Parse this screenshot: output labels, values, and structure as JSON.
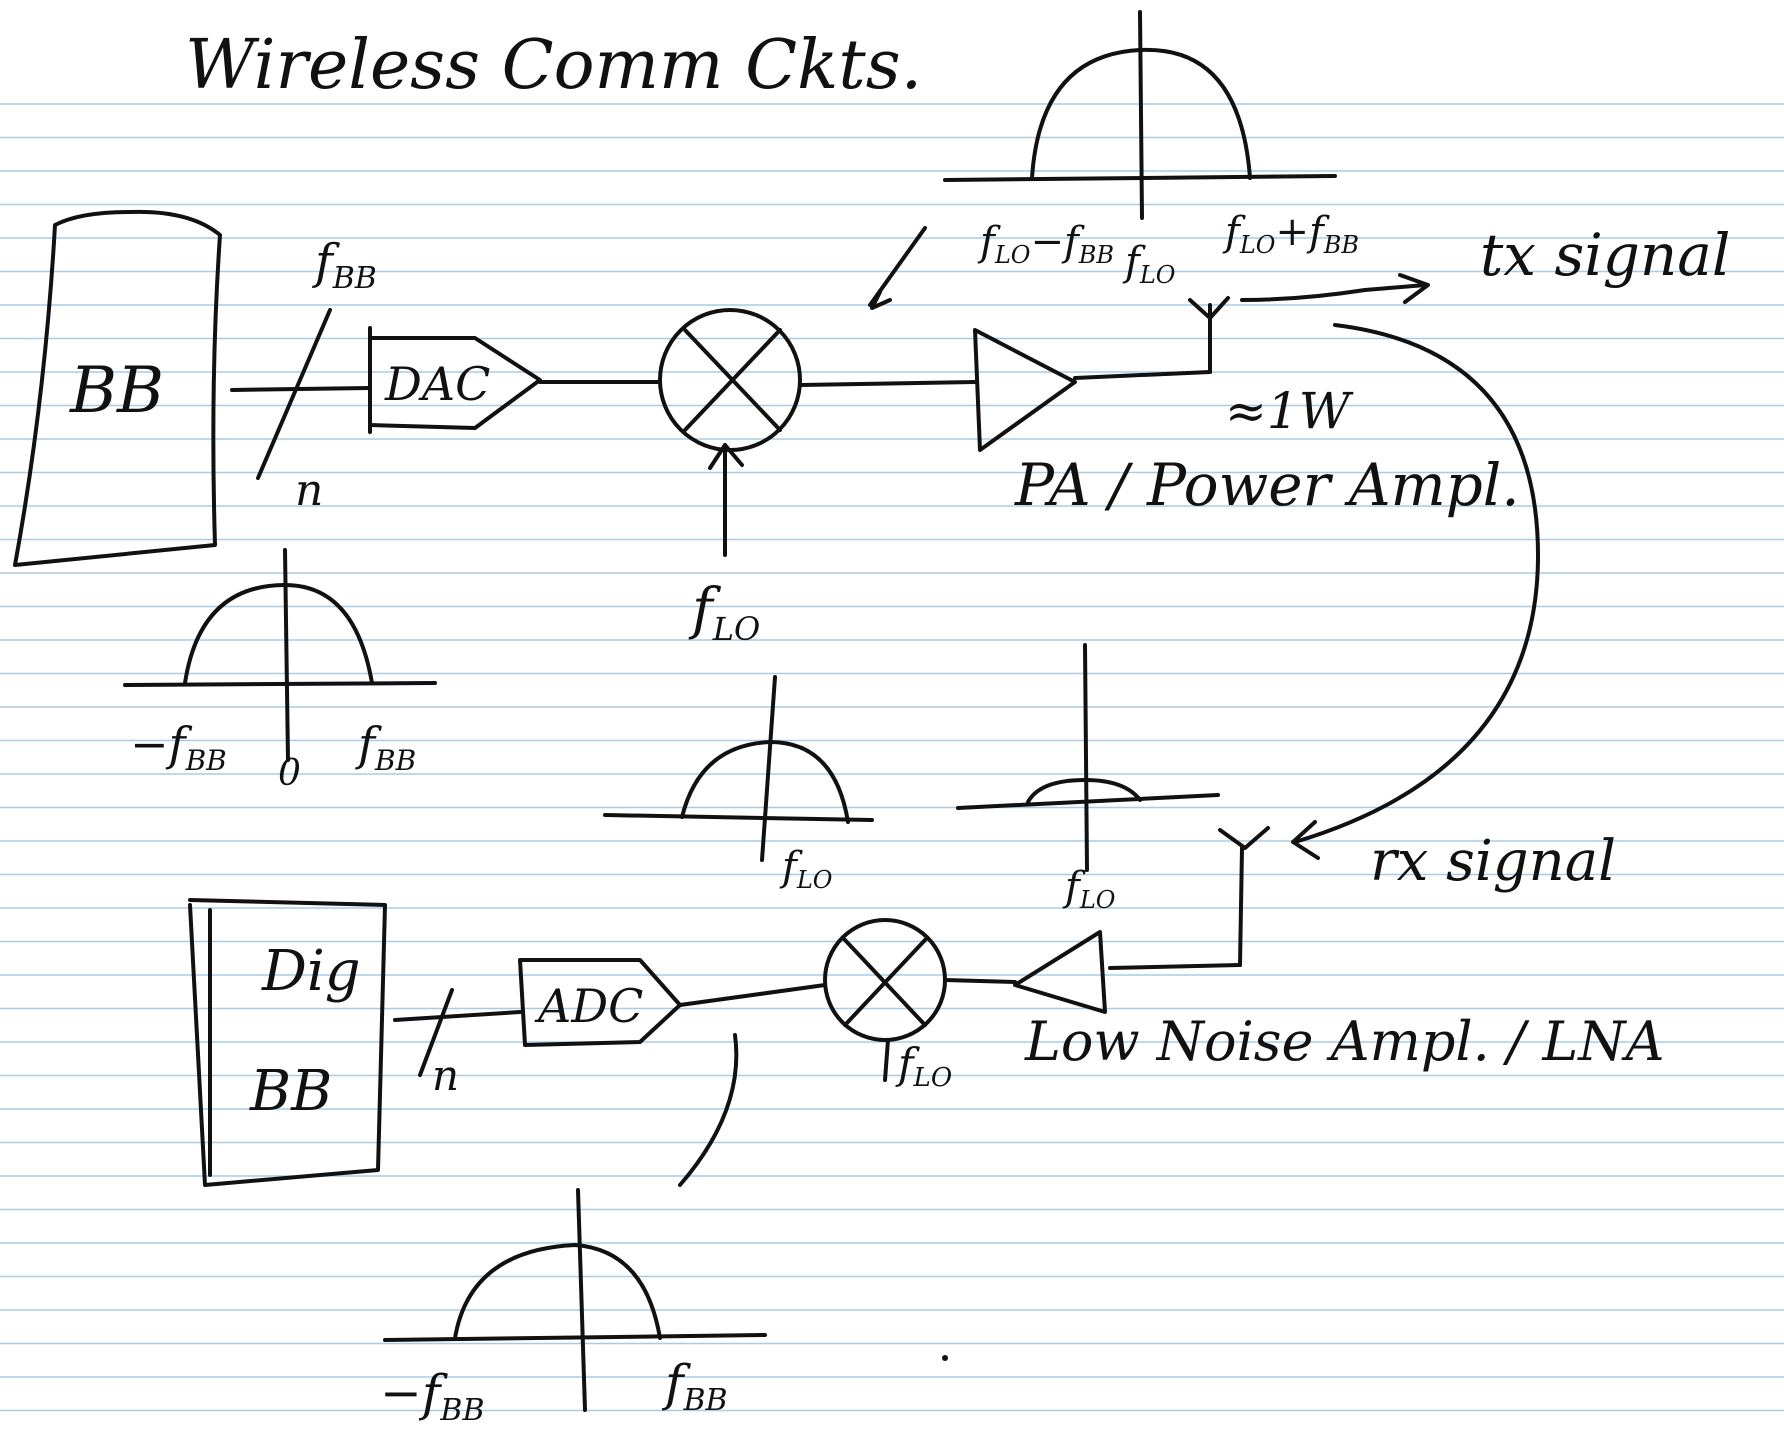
{
  "title": "Wireless Comm Ckts.",
  "labels": {
    "bb_block": "BB",
    "f_bb_top": "f",
    "f_bb_top_sub": "BB",
    "bus_width_tx": "n",
    "dac": "DAC",
    "f_lo_tx": "f",
    "f_lo_tx_sub": "LO",
    "pa_spec_left": "f",
    "pa_spec_left_sub": "LO",
    "pa_spec_left_minus": "−f",
    "pa_spec_left_minus_sub": "BB",
    "pa_spec_mid": "f",
    "pa_spec_mid_sub": "LO",
    "pa_spec_right": "f",
    "pa_spec_right_sub": "LO",
    "pa_spec_right_plus": "+f",
    "pa_spec_right_plus_sub": "BB",
    "tx_signal": "tx signal",
    "power": "≈1W",
    "pa": "PA / Power Ampl.",
    "bb_spec_neg": "−f",
    "bb_spec_neg_sub": "BB",
    "bb_spec_zero": "0",
    "bb_spec_pos": "f",
    "bb_spec_pos_sub": "BB",
    "rx_mid_spec": "f",
    "rx_mid_spec_sub": "LO",
    "rx_ant_spec": "f",
    "rx_ant_spec_sub": "LO",
    "rx_signal": "rx signal",
    "dig_bb_1": "Dig",
    "dig_bb_2": "BB",
    "bus_width_rx": "n",
    "adc": "ADC",
    "f_lo_rx": "f",
    "f_lo_rx_sub": "LO",
    "lna": "Low Noise Ampl. / LNA",
    "rx_bb_neg": "−f",
    "rx_bb_neg_sub": "BB",
    "rx_bb_pos": "f",
    "rx_bb_pos_sub": "BB"
  },
  "colors": {
    "ink": "#111111",
    "ruled_line": "#a9cbe6",
    "paper": "#ffffff"
  }
}
